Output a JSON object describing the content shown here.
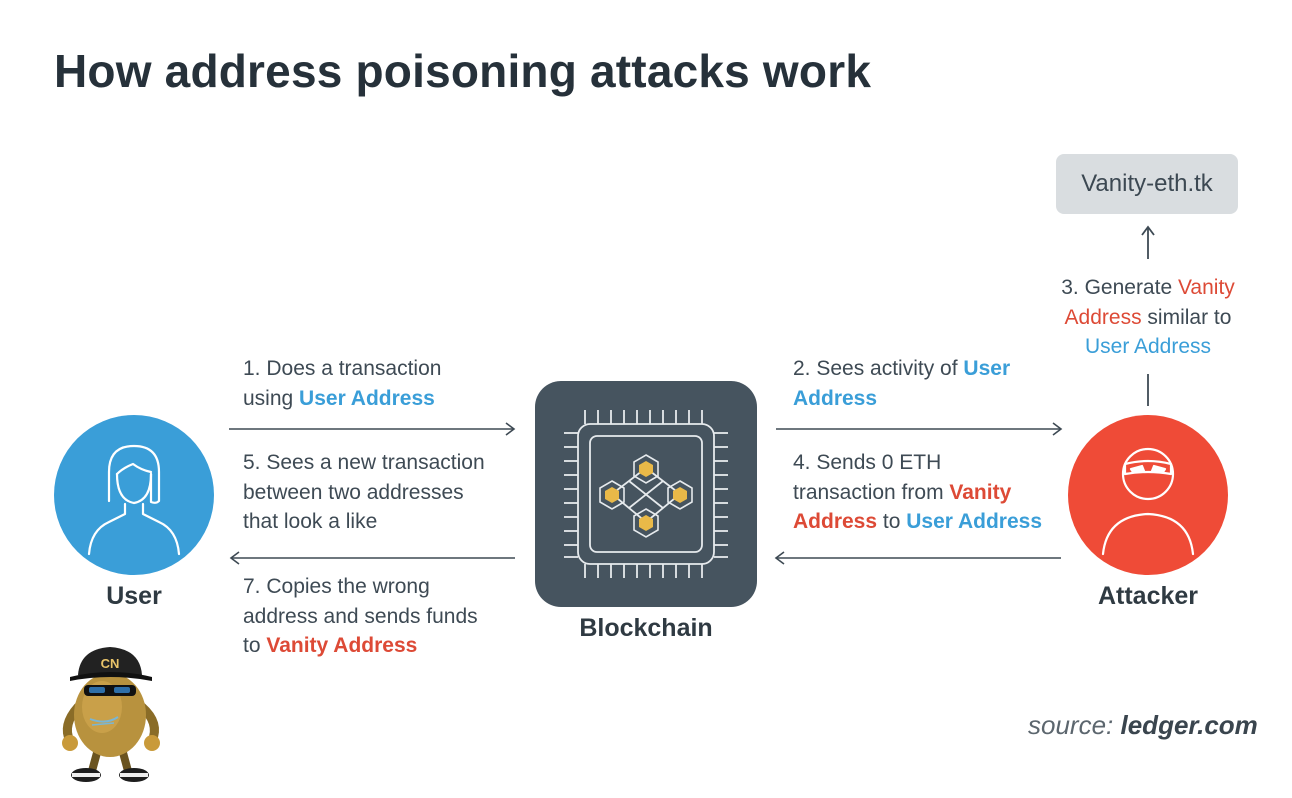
{
  "title": "How address poisoning attacks work",
  "vanity_box": "Vanity-eth.tk",
  "nodes": {
    "user": "User",
    "blockchain": "Blockchain",
    "attacker": "Attacker"
  },
  "steps": {
    "s1": {
      "line1": "1. Does a transaction",
      "line2_a": "using ",
      "line2_b": "User Address"
    },
    "s2": {
      "line1_a": "2. Sees activity of ",
      "line1_b": "User",
      "line2": "Address"
    },
    "s3": {
      "line1_a": "3. Generate ",
      "line1_b": "Vanity",
      "line2_a": "Address",
      "line2_b": " similar to",
      "line3": "User Address"
    },
    "s4": {
      "line1": "4. Sends 0 ETH",
      "line2_a": "transaction from ",
      "line2_b": "Vanity",
      "line3_a": "Address",
      "line3_b": " to ",
      "line3_c": "User Address"
    },
    "s5": {
      "line1": "5. Sees a new transaction",
      "line2": "between two addresses",
      "line3": "that look a like"
    },
    "s7": {
      "line1": "7. Copies the wrong",
      "line2": "address and sends funds",
      "line3_a": "to ",
      "line3_b": "Vanity Address"
    }
  },
  "mascot_cap_text": "CN",
  "source": {
    "prefix": "source: ",
    "site": "ledger.com"
  },
  "colors": {
    "user_blue": "#3a9ed8",
    "attacker_red": "#ef4b37",
    "chip_dark": "#46545f",
    "vanity_box_bg": "#d9dde0",
    "chip_cube": "#e9b948"
  },
  "icons": [
    "user-avatar-icon",
    "attacker-avatar-icon",
    "blockchain-chip-icon",
    "arrow-right-icon",
    "arrow-left-icon",
    "arrow-up-icon",
    "mascot-image"
  ]
}
